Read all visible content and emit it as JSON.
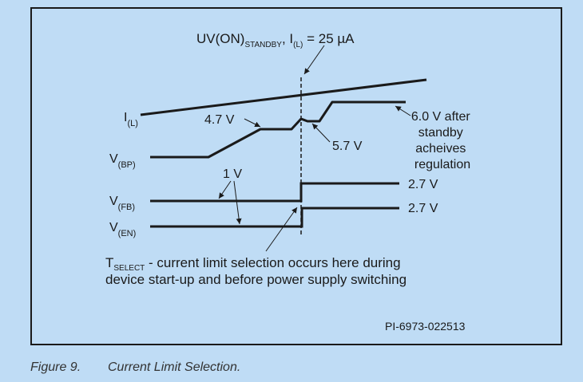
{
  "colors": {
    "background": "#bfdcf5",
    "ink": "#1a1a1a",
    "caption": "#333333"
  },
  "labels": {
    "header": {
      "prefix": "UV(ON)",
      "prefix_sub": "STANDBY",
      "mid": ", I",
      "mid_sub": "(L)",
      "suffix": " = 25 µA"
    },
    "il_signal": {
      "main": "I",
      "sub": "(L)"
    },
    "vbp_signal": {
      "main": "V",
      "sub": "(BP)"
    },
    "vfb_signal": {
      "main": "V",
      "sub": "(FB)"
    },
    "ven_signal": {
      "main": "V",
      "sub": "(EN)"
    },
    "v47": "4.7 V",
    "v57": "5.7 V",
    "v60": [
      "6.0 V after",
      "standby",
      "acheives",
      "regulation"
    ],
    "v1": "1 V",
    "vfb_level": "2.7 V",
    "ven_level": "2.7 V",
    "tselect": {
      "main": "T",
      "sub": "SELECT",
      "line1": " - current limit selection occurs here during",
      "line2": "device start-up and before power supply switching"
    },
    "part_number": "PI-6973-022513"
  },
  "caption": {
    "number": "Figure 9.",
    "title": "Current Limit Selection."
  }
}
